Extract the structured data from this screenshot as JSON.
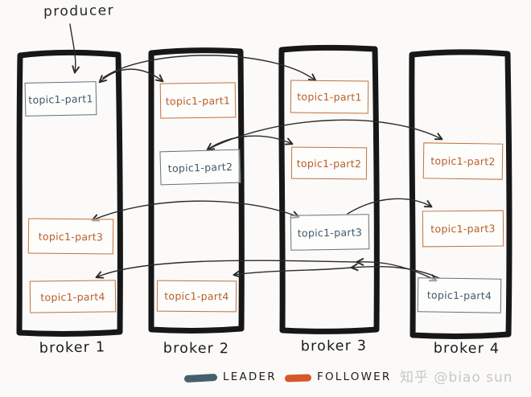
{
  "producer_label": "producer",
  "brokers": [
    {
      "label": "broker 1",
      "partitions": [
        {
          "label": "topic1-part1",
          "role": "leader"
        },
        {
          "label": "topic1-part3",
          "role": "follower"
        },
        {
          "label": "topic1-part4",
          "role": "follower"
        }
      ]
    },
    {
      "label": "broker 2",
      "partitions": [
        {
          "label": "topic1-part1",
          "role": "follower"
        },
        {
          "label": "topic1-part2",
          "role": "leader"
        },
        {
          "label": "topic1-part4",
          "role": "follower"
        }
      ]
    },
    {
      "label": "broker 3",
      "partitions": [
        {
          "label": "topic1-part1",
          "role": "follower"
        },
        {
          "label": "topic1-part2",
          "role": "follower"
        },
        {
          "label": "topic1-part3",
          "role": "leader"
        }
      ]
    },
    {
      "label": "broker 4",
      "partitions": [
        {
          "label": "topic1-part2",
          "role": "follower"
        },
        {
          "label": "topic1-part3",
          "role": "follower"
        },
        {
          "label": "topic1-part4",
          "role": "leader"
        }
      ]
    }
  ],
  "replication": [
    {
      "partition": "topic1-part1",
      "leader": "broker 1",
      "followers": [
        "broker 2",
        "broker 3"
      ]
    },
    {
      "partition": "topic1-part2",
      "leader": "broker 2",
      "followers": [
        "broker 3",
        "broker 4"
      ]
    },
    {
      "partition": "topic1-part3",
      "leader": "broker 3",
      "followers": [
        "broker 1",
        "broker 4"
      ]
    },
    {
      "partition": "topic1-part4",
      "leader": "broker 4",
      "followers": [
        "broker 1",
        "broker 2"
      ]
    }
  ],
  "legend": {
    "leader_label": "LEADER",
    "follower_label": "FOLLOWER"
  },
  "watermark": "知乎 @biao sun",
  "colors": {
    "leader": "#44606d",
    "follower": "#d4582a",
    "broker_outline": "#171717",
    "arrow": "#2b2b2b",
    "background": "#fbfaf8",
    "watermark": "#c8c8c8"
  }
}
